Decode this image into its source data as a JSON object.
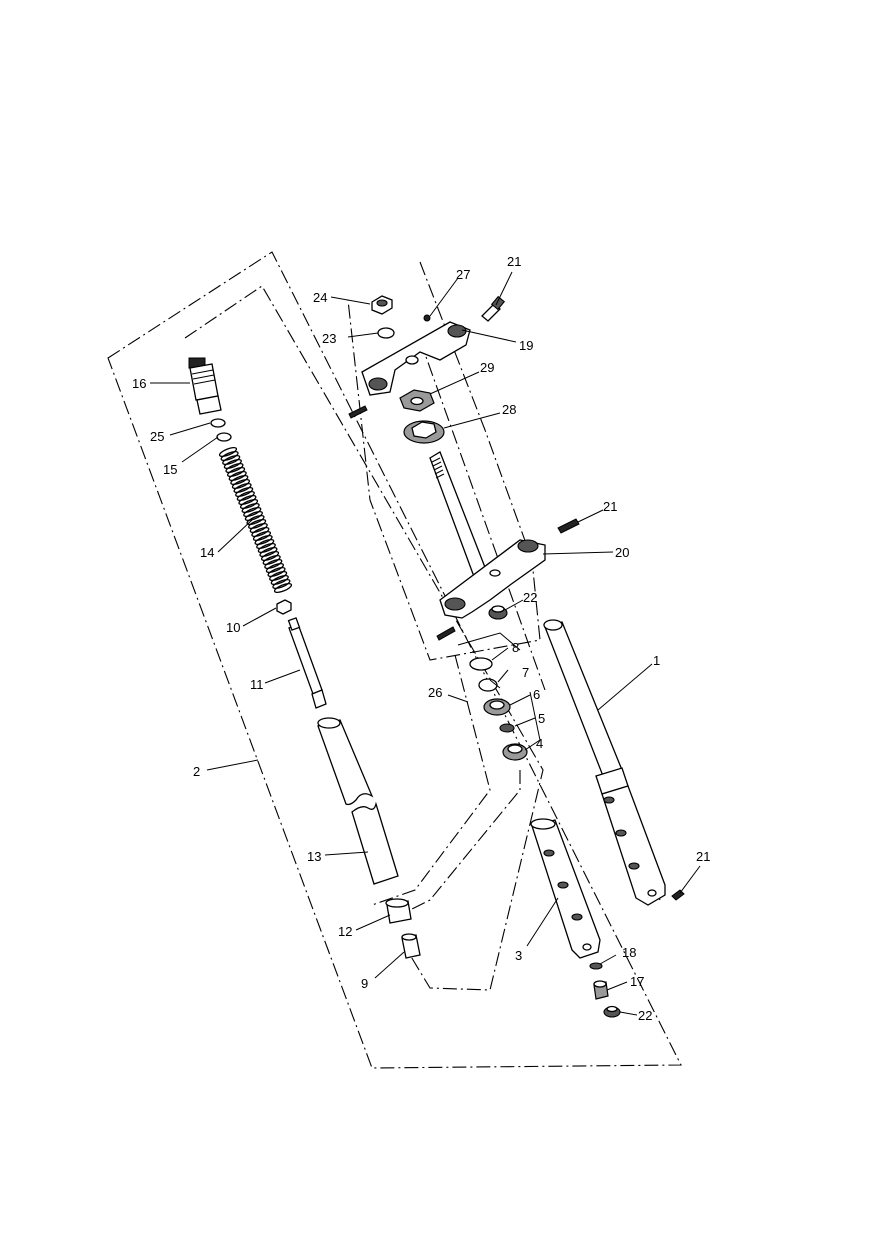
{
  "callouts": [
    {
      "id": "1",
      "text": "1"
    },
    {
      "id": "2",
      "text": "2"
    },
    {
      "id": "3",
      "text": "3"
    },
    {
      "id": "4",
      "text": "4"
    },
    {
      "id": "5",
      "text": "5"
    },
    {
      "id": "6",
      "text": "6"
    },
    {
      "id": "7",
      "text": "7"
    },
    {
      "id": "8",
      "text": "8"
    },
    {
      "id": "9",
      "text": "9"
    },
    {
      "id": "10",
      "text": "10"
    },
    {
      "id": "11",
      "text": "11"
    },
    {
      "id": "12",
      "text": "12"
    },
    {
      "id": "13",
      "text": "13"
    },
    {
      "id": "14",
      "text": "14"
    },
    {
      "id": "15",
      "text": "15"
    },
    {
      "id": "16",
      "text": "16"
    },
    {
      "id": "17",
      "text": "17"
    },
    {
      "id": "18",
      "text": "18"
    },
    {
      "id": "19",
      "text": "19"
    },
    {
      "id": "20",
      "text": "20"
    },
    {
      "id": "21a",
      "text": "21"
    },
    {
      "id": "21b",
      "text": "21"
    },
    {
      "id": "21c",
      "text": "21"
    },
    {
      "id": "22a",
      "text": "22"
    },
    {
      "id": "22b",
      "text": "22"
    },
    {
      "id": "23",
      "text": "23"
    },
    {
      "id": "24",
      "text": "24"
    },
    {
      "id": "25",
      "text": "25"
    },
    {
      "id": "26",
      "text": "26"
    },
    {
      "id": "27",
      "text": "27"
    },
    {
      "id": "28",
      "text": "28"
    },
    {
      "id": "29",
      "text": "29"
    }
  ]
}
